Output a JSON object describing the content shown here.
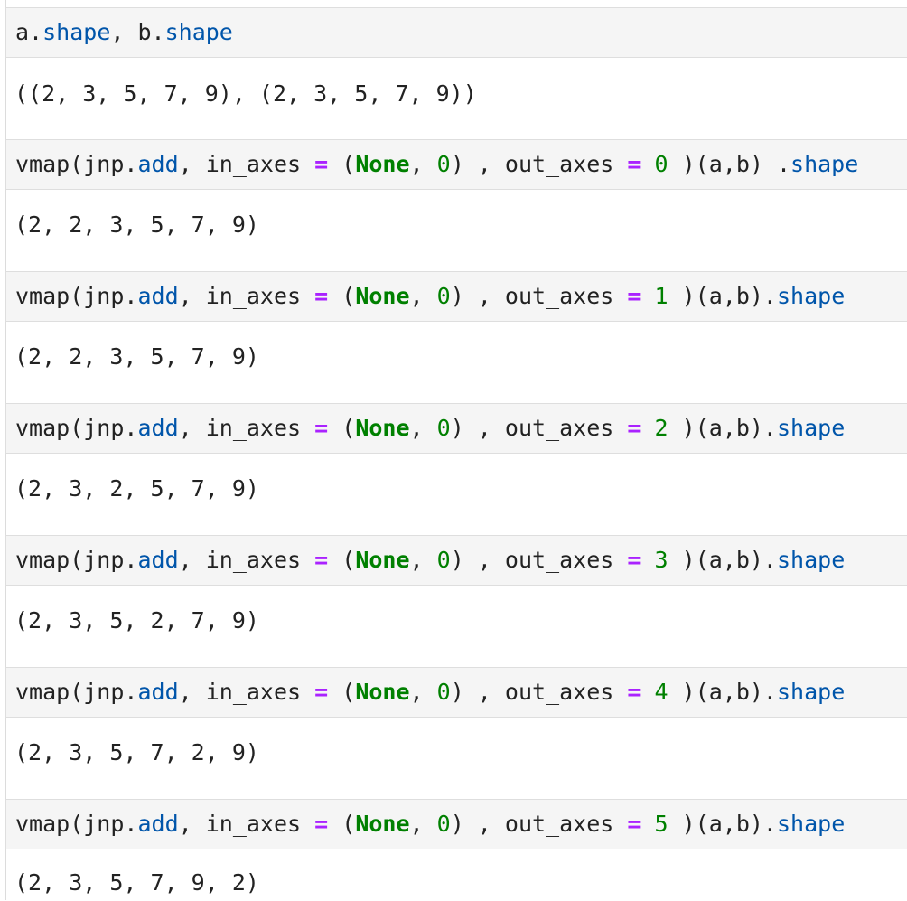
{
  "notebook": {
    "cells": [
      {
        "input": [
          {
            "t": "a.",
            "k": "plain"
          },
          {
            "t": "shape",
            "k": "attr"
          },
          {
            "t": ", b.",
            "k": "plain"
          },
          {
            "t": "shape",
            "k": "attr"
          }
        ],
        "output": "((2, 3, 5, 7, 9), (2, 3, 5, 7, 9))"
      },
      {
        "input": [
          {
            "t": "vmap(jnp.",
            "k": "plain"
          },
          {
            "t": "add",
            "k": "attr"
          },
          {
            "t": ", in_axes ",
            "k": "plain"
          },
          {
            "t": "=",
            "k": "op"
          },
          {
            "t": " (",
            "k": "plain"
          },
          {
            "t": "None",
            "k": "kw"
          },
          {
            "t": ", ",
            "k": "plain"
          },
          {
            "t": "0",
            "k": "num"
          },
          {
            "t": ") , out_axes ",
            "k": "plain"
          },
          {
            "t": "=",
            "k": "op"
          },
          {
            "t": " ",
            "k": "plain"
          },
          {
            "t": "0",
            "k": "num"
          },
          {
            "t": " )(a,b) .",
            "k": "plain"
          },
          {
            "t": "shape",
            "k": "attr"
          }
        ],
        "output": "(2, 2, 3, 5, 7, 9)"
      },
      {
        "input": [
          {
            "t": "vmap(jnp.",
            "k": "plain"
          },
          {
            "t": "add",
            "k": "attr"
          },
          {
            "t": ", in_axes ",
            "k": "plain"
          },
          {
            "t": "=",
            "k": "op"
          },
          {
            "t": " (",
            "k": "plain"
          },
          {
            "t": "None",
            "k": "kw"
          },
          {
            "t": ", ",
            "k": "plain"
          },
          {
            "t": "0",
            "k": "num"
          },
          {
            "t": ") , out_axes ",
            "k": "plain"
          },
          {
            "t": "=",
            "k": "op"
          },
          {
            "t": " ",
            "k": "plain"
          },
          {
            "t": "1",
            "k": "num"
          },
          {
            "t": " )(a,b).",
            "k": "plain"
          },
          {
            "t": "shape",
            "k": "attr"
          }
        ],
        "output": "(2, 2, 3, 5, 7, 9)"
      },
      {
        "input": [
          {
            "t": "vmap(jnp.",
            "k": "plain"
          },
          {
            "t": "add",
            "k": "attr"
          },
          {
            "t": ", in_axes ",
            "k": "plain"
          },
          {
            "t": "=",
            "k": "op"
          },
          {
            "t": " (",
            "k": "plain"
          },
          {
            "t": "None",
            "k": "kw"
          },
          {
            "t": ", ",
            "k": "plain"
          },
          {
            "t": "0",
            "k": "num"
          },
          {
            "t": ") , out_axes ",
            "k": "plain"
          },
          {
            "t": "=",
            "k": "op"
          },
          {
            "t": " ",
            "k": "plain"
          },
          {
            "t": "2",
            "k": "num"
          },
          {
            "t": " )(a,b).",
            "k": "plain"
          },
          {
            "t": "shape",
            "k": "attr"
          }
        ],
        "output": "(2, 3, 2, 5, 7, 9)"
      },
      {
        "input": [
          {
            "t": "vmap(jnp.",
            "k": "plain"
          },
          {
            "t": "add",
            "k": "attr"
          },
          {
            "t": ", in_axes ",
            "k": "plain"
          },
          {
            "t": "=",
            "k": "op"
          },
          {
            "t": " (",
            "k": "plain"
          },
          {
            "t": "None",
            "k": "kw"
          },
          {
            "t": ", ",
            "k": "plain"
          },
          {
            "t": "0",
            "k": "num"
          },
          {
            "t": ") , out_axes ",
            "k": "plain"
          },
          {
            "t": "=",
            "k": "op"
          },
          {
            "t": " ",
            "k": "plain"
          },
          {
            "t": "3",
            "k": "num"
          },
          {
            "t": " )(a,b).",
            "k": "plain"
          },
          {
            "t": "shape",
            "k": "attr"
          }
        ],
        "output": "(2, 3, 5, 2, 7, 9)"
      },
      {
        "input": [
          {
            "t": "vmap(jnp.",
            "k": "plain"
          },
          {
            "t": "add",
            "k": "attr"
          },
          {
            "t": ", in_axes ",
            "k": "plain"
          },
          {
            "t": "=",
            "k": "op"
          },
          {
            "t": " (",
            "k": "plain"
          },
          {
            "t": "None",
            "k": "kw"
          },
          {
            "t": ", ",
            "k": "plain"
          },
          {
            "t": "0",
            "k": "num"
          },
          {
            "t": ") , out_axes ",
            "k": "plain"
          },
          {
            "t": "=",
            "k": "op"
          },
          {
            "t": " ",
            "k": "plain"
          },
          {
            "t": "4",
            "k": "num"
          },
          {
            "t": " )(a,b).",
            "k": "plain"
          },
          {
            "t": "shape",
            "k": "attr"
          }
        ],
        "output": "(2, 3, 5, 7, 2, 9)"
      },
      {
        "input": [
          {
            "t": "vmap(jnp.",
            "k": "plain"
          },
          {
            "t": "add",
            "k": "attr"
          },
          {
            "t": ", in_axes ",
            "k": "plain"
          },
          {
            "t": "=",
            "k": "op"
          },
          {
            "t": " (",
            "k": "plain"
          },
          {
            "t": "None",
            "k": "kw"
          },
          {
            "t": ", ",
            "k": "plain"
          },
          {
            "t": "0",
            "k": "num"
          },
          {
            "t": ") , out_axes ",
            "k": "plain"
          },
          {
            "t": "=",
            "k": "op"
          },
          {
            "t": " ",
            "k": "plain"
          },
          {
            "t": "5",
            "k": "num"
          },
          {
            "t": " )(a,b).",
            "k": "plain"
          },
          {
            "t": "shape",
            "k": "attr"
          }
        ],
        "output": "(2, 3, 5, 7, 9, 2)"
      }
    ]
  }
}
